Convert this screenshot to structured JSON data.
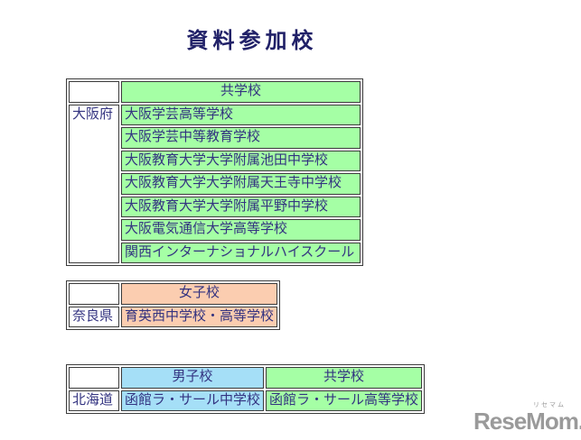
{
  "page": {
    "title": "資料参加校"
  },
  "colors": {
    "coed": "#A5FFA5",
    "girls": "#FBCDB0",
    "boys": "#A5DFF7",
    "text": "#333380",
    "title_text": "#212168",
    "border": "#3C3C3C",
    "logo_gray": "#9A9A9A",
    "paper": "#FFFFFF"
  },
  "tables": [
    {
      "id": "osaka",
      "region": "大阪府",
      "headers": [
        {
          "label": "共学校",
          "category": "coed"
        }
      ],
      "rows": [
        [
          "大阪学芸高等学校"
        ],
        [
          "大阪学芸中等教育学校"
        ],
        [
          "大阪教育大学大学附属池田中学校"
        ],
        [
          "大阪教育大学大学附属天王寺中学校"
        ],
        [
          "大阪教育大学大学附属平野中学校"
        ],
        [
          "大阪電気通信大学高等学校"
        ],
        [
          "関西インターナショナルハイスクール"
        ]
      ]
    },
    {
      "id": "nara",
      "region": "奈良県",
      "headers": [
        {
          "label": "女子校",
          "category": "girls"
        }
      ],
      "rows": [
        [
          "育英西中学校・高等学校"
        ]
      ]
    },
    {
      "id": "hokkaido",
      "region": "北海道",
      "headers": [
        {
          "label": "男子校",
          "category": "boys"
        },
        {
          "label": "共学校",
          "category": "coed"
        }
      ],
      "rows": [
        [
          "函館ラ・サール中学校",
          "函館ラ・サール高等学校"
        ]
      ]
    }
  ],
  "logo": {
    "text": "ReseMom.",
    "ruby": "リセマム"
  }
}
